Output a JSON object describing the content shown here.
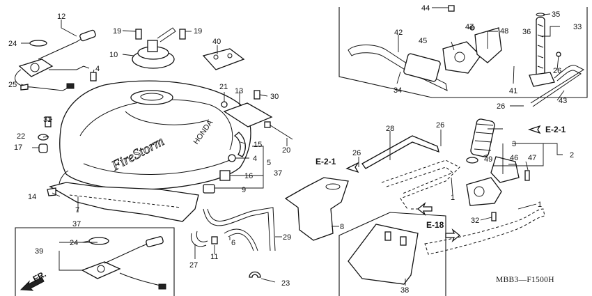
{
  "diagram": {
    "callouts": {
      "p1": "1",
      "p1b": "1",
      "p2": "2",
      "p3": "3",
      "p4a": "4",
      "p4b": "4",
      "p5": "5",
      "p6": "6",
      "p7": "7",
      "p8": "8",
      "p9": "9",
      "p10": "10",
      "p11": "11",
      "p12": "12",
      "p13": "13",
      "p14": "14",
      "p15": "15",
      "p16": "16",
      "p17": "17",
      "p19a": "19",
      "p19b": "19",
      "p20": "20",
      "p21": "21",
      "p22": "22",
      "p23": "23",
      "p24a": "24",
      "p24b": "24",
      "p25": "25",
      "p26a": "26",
      "p26b": "26",
      "p26c": "26",
      "p26d": "26",
      "p27": "27",
      "p28": "28",
      "p29": "29",
      "p30": "30",
      "p31": "31",
      "p32": "32",
      "p33": "33",
      "p34": "34",
      "p35": "35",
      "p36": "36",
      "p37a": "37",
      "p37b": "37",
      "p38": "38",
      "p39": "39",
      "p40": "40",
      "p41": "41",
      "p42": "42",
      "p43": "43",
      "p44": "44",
      "p45": "45",
      "p46": "46",
      "p47a": "47",
      "p47b": "47",
      "p48": "48",
      "p49": "49"
    },
    "references": {
      "e21_top": "E-2-1",
      "e21_left": "E-2-1",
      "e18": "E-18",
      "front": "FR."
    },
    "diagram_code": "MBB3—F1500H",
    "tank_brand": "FireStorm",
    "tank_badge": "HONDA"
  }
}
